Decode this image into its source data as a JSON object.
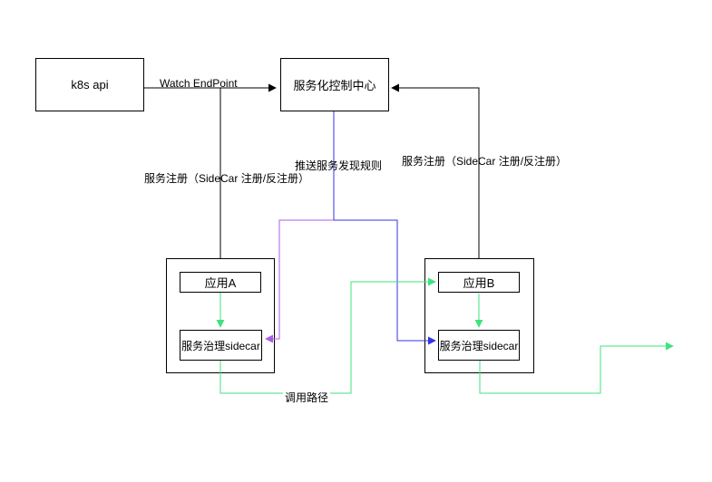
{
  "diagram": {
    "nodes": {
      "k8s_api": {
        "label": "k8s api"
      },
      "control_center": {
        "label": "服务化控制中心"
      },
      "app_a": {
        "label": "应用A"
      },
      "sidecar_a": {
        "label": "服务治理sidecar"
      },
      "app_b": {
        "label": "应用B"
      },
      "sidecar_b": {
        "label": "服务治理sidecar"
      }
    },
    "edge_labels": {
      "watch_endpoint": "Watch EndPoint",
      "register_left": "服务注册（SideCar 注册/反注册）",
      "push_rules": "推送服务发现规则",
      "register_right": "服务注册（SideCar 注册/反注册）",
      "call_path": "调用路径"
    },
    "colors": {
      "line_black": "#000000",
      "line_blue": "#3333e6",
      "line_purple": "#ab5ce8",
      "line_green": "#3fe37c"
    }
  }
}
